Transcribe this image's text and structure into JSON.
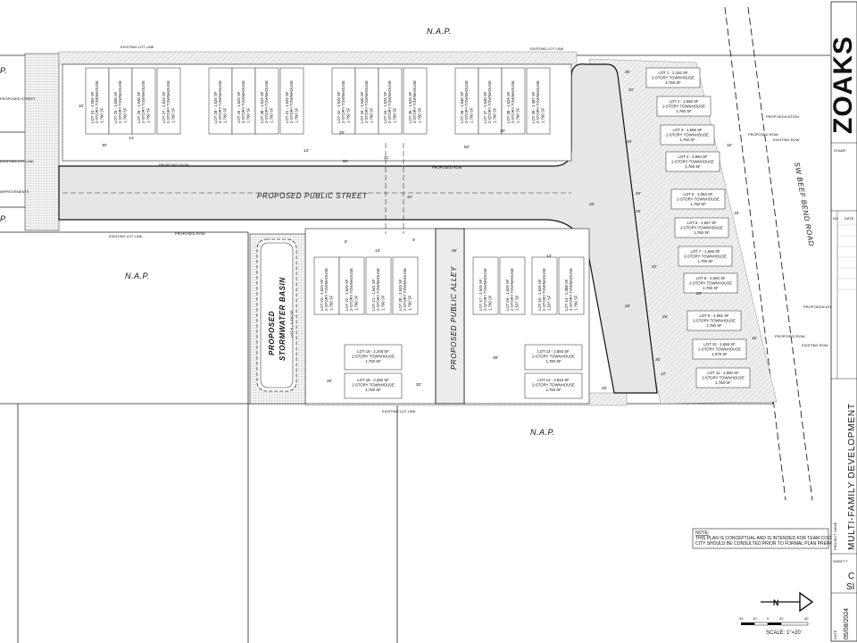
{
  "labels": {
    "nap": "N.A.P.",
    "nap_left_fragment": "P.",
    "public_street": "PROPOSED PUBLIC STREET",
    "public_alley": "PROPOSED PUBLIC ALLEY",
    "stormwater_line1": "PROPOSED",
    "stormwater_line2": "STORMWATER BASIN",
    "stormwater_sub": "LOT 8 - 5,330 SF",
    "road": "SW BEEF BEND ROAD",
    "existing_lot_line": "EXISTING LOT LINE",
    "proposed_row": "PROPOSED ROW",
    "existing_row": "EXISTING ROW",
    "prop_dedication": "PROP DEDICATION",
    "proposed_street_left": "PROPOSED STREET",
    "improvements": "IMPROVEMENTS"
  },
  "townhouse_text": "2-STORY TOWNHOUSE",
  "top_lots": [
    {
      "name": "LOT 24 - 2,559 SF",
      "area": "1,760 SF"
    },
    {
      "name": "LOT 25 - 1,540 SF",
      "area": "1,760 SF"
    },
    {
      "name": "LOT 26 - 1,540 SF",
      "area": "1,760 SF"
    },
    {
      "name": "LOT 27 - 2,525 SF",
      "area": "1,760 SF"
    },
    {
      "name": "LOT 28 - 1,525 SF",
      "area": "1,760 SF"
    },
    {
      "name": "LOT 29 - 1,525 SF",
      "area": "1,760 SF"
    },
    {
      "name": "LOT 30 - 1,525 SF",
      "area": "1,760 SF"
    },
    {
      "name": "LOT 31 - 1,525 SF",
      "area": "1,760 SF"
    },
    {
      "name": "LOT 32 - 1,525 SF",
      "area": "1,760 SF"
    },
    {
      "name": "LOT 33 - 1,540 SF",
      "area": "1,760 SF"
    },
    {
      "name": "LOT 34 - 1,525 SF",
      "area": "1,760 SF"
    },
    {
      "name": "LOT 35 - 1,525 SF",
      "area": "1,760 SF"
    },
    {
      "name": "LOT 36 - 1,540 SF",
      "area": "1,760 SF"
    },
    {
      "name": "LOT 37 - 1,540 SF",
      "area": "1,760 SF"
    },
    {
      "name": "LOT 38 - 1,525 SF",
      "area": "1,760 SF"
    },
    {
      "name": "LOT 39 - 2,387 SF",
      "area": "1,760 SF"
    }
  ],
  "mid_lots": [
    {
      "name": "LOT 23 - 2,523 SF",
      "area": "1,760 SF"
    },
    {
      "name": "LOT 22 - 1,525 SF",
      "area": "1,760 SF"
    },
    {
      "name": "LOT 21 - 1,541 SF",
      "area": "1,760 SF"
    },
    {
      "name": "LOT 20 - 2,523 SF",
      "area": "1,760 SF"
    },
    {
      "name": "LOT 17 - 2,525 SF",
      "area": "1,760 SF"
    },
    {
      "name": "LOT 16 - 1,525 SF",
      "area": "1,537 SF"
    },
    {
      "name": "LOT 15 - 1,525 SF",
      "area": "1,537 SF"
    },
    {
      "name": "LOT 14 - 2,388 SF",
      "area": "1,760 SF"
    }
  ],
  "bottom_lots": [
    {
      "name": "LOT 19 - 2,248 SF",
      "area": "1,760 SF"
    },
    {
      "name": "LOT 18 - 2,250 SF",
      "area": "1,760 SF"
    },
    {
      "name": "LOT 13 - 2,584 SF",
      "area": "1,760 SF"
    },
    {
      "name": "LOT 12 - 2,815 SF",
      "area": "1,760 SF"
    }
  ],
  "right_lots": [
    {
      "name": "LOT 1 - 2,152 SF",
      "area": "1,760 SF"
    },
    {
      "name": "LOT 2 - 1,668 SF",
      "area": "1,760 SF"
    },
    {
      "name": "LOT 3 - 1,668 SF",
      "area": "1,760 SF"
    },
    {
      "name": "LOT 4 - 2,084 SF",
      "area": "1,760 SF"
    },
    {
      "name": "LOT 5 - 2,084 SF",
      "area": "1,760 SF"
    },
    {
      "name": "LOT 6 - 1,667 SF",
      "area": "1,760 SF"
    },
    {
      "name": "LOT 7 - 1,666 SF",
      "area": "1,760 SF"
    },
    {
      "name": "LOT 8 - 2,083 SF",
      "area": "1,760 SF"
    },
    {
      "name": "LOT 9 - 2,082 SF",
      "area": "1,760 SF"
    },
    {
      "name": "LOT 10 - 1,665 SF",
      "area": "1,675 SF"
    },
    {
      "name": "LOT 11 - 2,550 SF",
      "area": "1,760 SF"
    }
  ],
  "dims": [
    "15'",
    "30'",
    "14'",
    "20'",
    "25'",
    "26'",
    "12'",
    "5'",
    "38'",
    "50'",
    "21'",
    "42'",
    "16'",
    "23'"
  ],
  "note": {
    "line1": "NOTE:",
    "line2": "THIS PLAN IS CONCEPTUAL AND IS INTENDED FOR TEAM COORDINATION.",
    "line3": "CITY SHOULD BE CONSULTED PRIOR TO FORMAL PLAN PREPARATION."
  },
  "scale": {
    "text": "SCALE: 1\"=20'",
    "ticks": [
      "20",
      "10",
      "0",
      "20",
      "40"
    ]
  },
  "title_block": {
    "logo": "ZOAKS",
    "stamp": "STAMP",
    "no": "NO",
    "date": "DATE",
    "project_label": "PROJECT NAME",
    "project": "MULTI-FAMILY DEVELOPMENT",
    "sheet_label": "SHEET T",
    "sheet_letters": [
      "C",
      "SI"
    ],
    "date_label": "DATE",
    "date_value": "05/08/2024"
  },
  "colors": {
    "line": "#111111",
    "hatch": "#bdbdbd",
    "pavement": "#e4e4e4",
    "lot_fill": "#ffffff"
  }
}
